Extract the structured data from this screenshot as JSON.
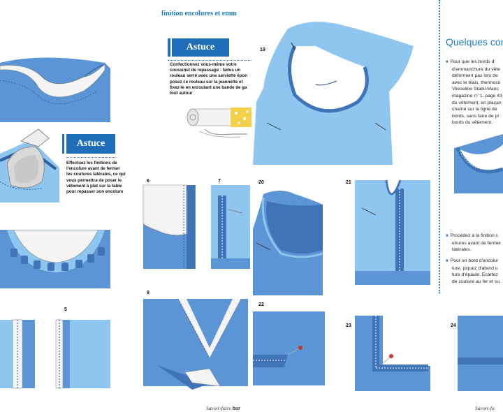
{
  "header": {
    "section_title": "finition encolures et emm"
  },
  "astuce_top": {
    "badge": "Astuce",
    "lines": [
      "Confectionnez vous-même votre",
      "coussinet de repassage : faites un",
      "rouleau serré avec une serviette épon",
      "posez ce rouleau sur la jeannette et",
      "fixez-le en enroulant une bande de ga",
      "tout autour"
    ]
  },
  "astuce_left": {
    "badge": "Astuce",
    "lines": [
      "Effectuez les finitions de",
      "l'encolure avant de fermer",
      "les coutures latérales, ce qui",
      "vous permettra de poser le",
      "vêtement à plat sur la table",
      "pour repasser son encolure"
    ]
  },
  "step_numbers": {
    "n19": "19",
    "n6": "6",
    "n7": "7",
    "n20": "20",
    "n21": "21",
    "n5": "5",
    "n8": "8",
    "n22": "22",
    "n23": "23",
    "n24": "24"
  },
  "right_column": {
    "title": "Quelques con",
    "para1": [
      "Pour que les bords d'",
      "d'emmanchure du vête",
      "déforment pas lors de",
      "avec le biais, thermoco",
      "Vlieseline Stabil-Manc",
      "magazine n° 1, page 43",
      "du vêtement, en plaçan",
      "chaîne sur la ligne de",
      "bords, sans faire de pl",
      "bords du vêtement."
    ],
    "para2": [
      "Procédez à la finition c",
      "ehures avant de fermer",
      "latérales."
    ],
    "para3": [
      "Pour un bord d'encolur",
      "ture, piquez d'abord u",
      "ture d'épaule. Ecartez",
      "de couture au fer et su"
    ]
  },
  "footer": {
    "left_script": "Savoir-faire",
    "left_bold": "bur",
    "right_script": "Savoir-fa"
  },
  "colors": {
    "fabric": "#5b95d6",
    "fabric_light": "#8ec6ef",
    "fabric_dark": "#3f74b8",
    "accent_text": "#1e7bc4",
    "badge": "#1f6fb8",
    "dots": "#2f7fc8"
  }
}
